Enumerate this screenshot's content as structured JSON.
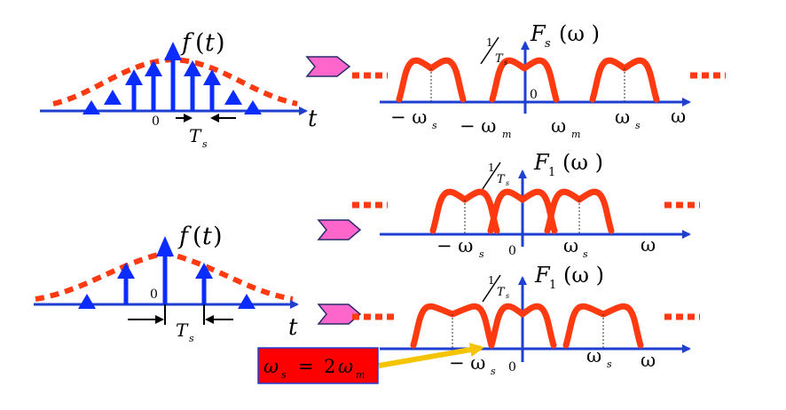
{
  "colors": {
    "axis": "#1f3fd0",
    "impulse": "#0a2cff",
    "spectrum": "#ff3a10",
    "dashes": "#ff3a10",
    "arrow_fill": "#ff66cc",
    "arrow_stroke": "#2a2a6a",
    "note_box": "#ff0000",
    "note_arrow": "#f5c400",
    "text": "#000000"
  },
  "left_panels": [
    {
      "id": "dense",
      "func_f": "f",
      "func_paren_open": "(",
      "func_t": "t",
      "func_paren_close": ")",
      "origin": "0",
      "axis_label": "t",
      "period_T": "T",
      "period_sub": "s"
    },
    {
      "id": "sparse",
      "func_f": "f",
      "func_paren_open": "(",
      "func_t": "t",
      "func_paren_close": ")",
      "origin": "0",
      "axis_label": "t",
      "period_T": "T",
      "period_sub": "s"
    }
  ],
  "spectra": [
    {
      "id": "spectrum-top",
      "F": "F",
      "F_sub": "s",
      "omega_paren": "(ω )",
      "scale_num": "1",
      "scale_T": "T",
      "scale_sub": "s",
      "origin": "0",
      "neg_ws": "− ω",
      "neg_ws_sub": "s",
      "neg_wm": "− ω",
      "neg_wm_sub": "m",
      "wm": "ω",
      "wm_sub": "m",
      "ws": "ω",
      "ws_sub": "s",
      "axis_label": "ω"
    },
    {
      "id": "spectrum-mid",
      "F": "F",
      "F_sub": "1",
      "omega_paren": "(ω )",
      "scale_num": "1",
      "scale_T": "T",
      "scale_sub": "s",
      "origin": "0",
      "neg_ws": "− ω",
      "neg_ws_sub": "s",
      "ws": "ω",
      "ws_sub": "s",
      "axis_label": "ω"
    },
    {
      "id": "spectrum-bottom",
      "F": "F",
      "F_sub": "1",
      "omega_paren": "(ω )",
      "scale_num": "1",
      "scale_T": "T",
      "scale_sub": "s",
      "origin": "0",
      "neg_ws": "− ω",
      "neg_ws_sub": "s",
      "ws": "ω",
      "ws_sub": "s",
      "axis_label": "ω"
    }
  ],
  "note": {
    "ws": "ω",
    "ws_sub": "s",
    "equals": "=",
    "coef": "2",
    "wm": "ω",
    "wm_sub": "m"
  }
}
